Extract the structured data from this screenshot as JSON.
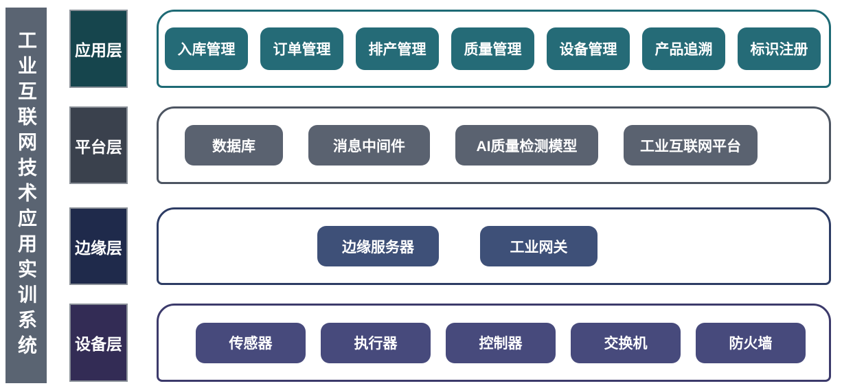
{
  "title": "工业互联网技术应用实训系统",
  "layers": [
    {
      "id": "application",
      "label": "应用层",
      "colors": {
        "label_bg": "#16454d",
        "border": "#1e6a75",
        "button_bg": "#256b77"
      },
      "items": [
        "入库管理",
        "订单管理",
        "排产管理",
        "质量管理",
        "设备管理",
        "产品追溯",
        "标识注册"
      ]
    },
    {
      "id": "platform",
      "label": "平台层",
      "colors": {
        "label_bg": "#3a414d",
        "border": "#4d5562",
        "button_bg": "#5a6270"
      },
      "items": [
        "数据库",
        "消息中间件",
        "AI质量检测模型",
        "工业互联网平台"
      ]
    },
    {
      "id": "edge",
      "label": "边缘层",
      "colors": {
        "label_bg": "#1f2a4b",
        "border": "#2d3c64",
        "button_bg": "#3e5078"
      },
      "items": [
        "边缘服务器",
        "工业网关"
      ]
    },
    {
      "id": "device",
      "label": "设备层",
      "colors": {
        "label_bg": "#332c55",
        "border": "#3c3a6b",
        "button_bg": "#474a7c"
      },
      "items": [
        "传感器",
        "执行器",
        "控制器",
        "交换机",
        "防火墙"
      ]
    }
  ]
}
